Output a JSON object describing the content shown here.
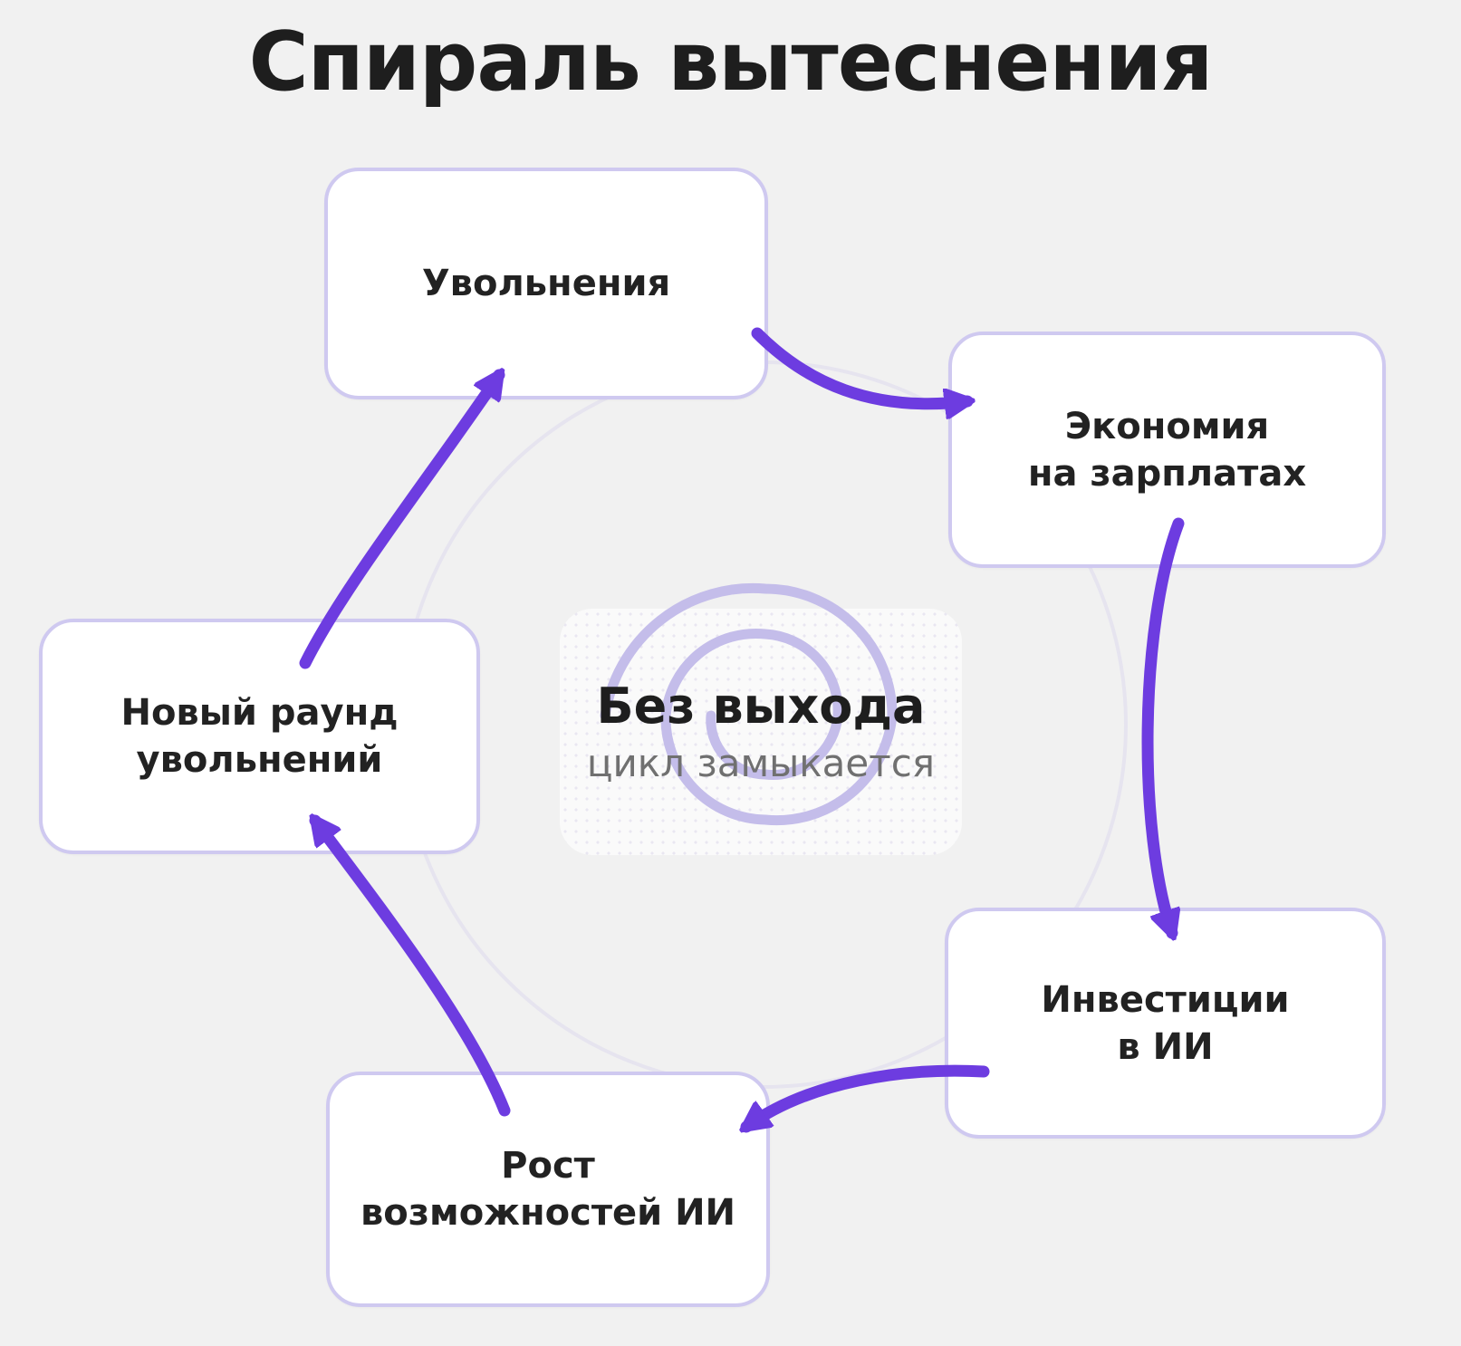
{
  "title": "Спираль вытеснения",
  "center": {
    "heading": "Без выхода",
    "subheading": "цикл замыкается"
  },
  "nodes": [
    {
      "id": "layoffs",
      "label": "Увольнения"
    },
    {
      "id": "salary-savings",
      "label": "Экономия\nна зарплатах"
    },
    {
      "id": "ai-investments",
      "label": "Инвестиции\nв ИИ"
    },
    {
      "id": "ai-growth",
      "label": "Рост\nвозможностей ИИ"
    },
    {
      "id": "new-round",
      "label": "Новый раунд\nувольнений"
    }
  ],
  "cycle_order": [
    "layoffs",
    "salary-savings",
    "ai-investments",
    "ai-growth",
    "new-round",
    "layoffs"
  ],
  "colors": {
    "page-bg": "#f1f1f1",
    "box-bg": "#ffffff",
    "box-border": "#cfc9f0",
    "arrow": "#6d3ce0",
    "spiral": "#c4bdea",
    "faint-circle": "#e6e4ef",
    "panel-bg": "#fafafa",
    "text-dark": "#1e1e1e",
    "text-muted": "#707070"
  }
}
